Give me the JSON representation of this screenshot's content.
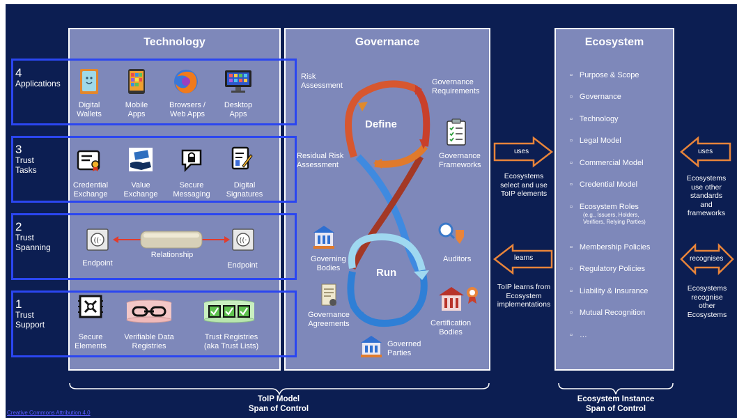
{
  "technology": {
    "title": "Technology",
    "layers": [
      {
        "number": "4",
        "name_line1": "Applications",
        "name_line2": "",
        "items": [
          {
            "icon": "digital-wallet-icon",
            "line1": "Digital",
            "line2": "Wallets"
          },
          {
            "icon": "mobile-app-icon",
            "line1": "Mobile",
            "line2": "Apps"
          },
          {
            "icon": "browser-icon",
            "line1": "Browsers /",
            "line2": "Web Apps"
          },
          {
            "icon": "desktop-app-icon",
            "line1": "Desktop",
            "line2": "Apps"
          }
        ]
      },
      {
        "number": "3",
        "name_line1": "Trust",
        "name_line2": "Tasks",
        "items": [
          {
            "icon": "credential-icon",
            "line1": "Credential",
            "line2": "Exchange"
          },
          {
            "icon": "value-exchange-icon",
            "line1": "Value",
            "line2": "Exchange"
          },
          {
            "icon": "secure-messaging-icon",
            "line1": "Secure",
            "line2": "Messaging"
          },
          {
            "icon": "digital-signature-icon",
            "line1": "Digital",
            "line2": "Signatures"
          }
        ]
      },
      {
        "number": "2",
        "name_line1": "Trust",
        "name_line2": "Spanning",
        "endpoint_left": "Endpoint",
        "endpoint_right": "Endpoint",
        "relationship": "Relationship"
      },
      {
        "number": "1",
        "name_line1": "Trust",
        "name_line2": "Support",
        "items": [
          {
            "icon": "secure-element-icon",
            "line1": "Secure",
            "line2": "Elements"
          },
          {
            "icon": "chain-link-icon",
            "line1": "Verifiable Data",
            "line2": "Registries"
          },
          {
            "icon": "trust-registry-icon",
            "line1": "Trust Registries",
            "line2": "(aka Trust Lists)"
          }
        ]
      }
    ]
  },
  "governance": {
    "title": "Governance",
    "define": "Define",
    "run": "Run",
    "labels": {
      "risk_assessment": [
        "Risk",
        "Assessment"
      ],
      "governance_requirements": [
        "Governance",
        "Requirements"
      ],
      "residual_risk": [
        "Residual Risk",
        "Assessment"
      ],
      "governance_frameworks": [
        "Governance",
        "Frameworks"
      ],
      "governing_bodies": [
        "Governing",
        "Bodies"
      ],
      "auditors": [
        "Auditors"
      ],
      "governance_agreements": [
        "Governance",
        "Agreements"
      ],
      "certification_bodies": [
        "Certification",
        "Bodies"
      ],
      "governed_parties": [
        "Governed",
        "Parties"
      ]
    }
  },
  "middle": {
    "uses_label": "uses",
    "uses_text": [
      "Ecosystems",
      "select and use",
      "ToIP elements"
    ],
    "learns_label": "learns",
    "learns_text": [
      "ToIP learns from",
      "Ecosystem",
      "implementations"
    ]
  },
  "ecosystem": {
    "title": "Ecosystem",
    "bullet": "▫",
    "items": [
      "Purpose & Scope",
      "Governance",
      "Technology",
      "Legal Model",
      "Commercial Model",
      "Credential Model",
      "Ecosystem Roles",
      "Membership Policies",
      "Regulatory Policies",
      "Liability & Insurance",
      "Mutual Recognition",
      "…"
    ],
    "roles_sub": [
      "(e.g., Issuers, Holders,",
      "Verifiers, Relying Parties)"
    ]
  },
  "right": {
    "uses_label": "uses",
    "uses_text": [
      "Ecosystems",
      "use other",
      "standards",
      "and",
      "frameworks"
    ],
    "recognises_label": "recognises",
    "recognises_text": [
      "Ecosystems",
      "recognise",
      "other",
      "Ecosystems"
    ]
  },
  "footer": {
    "toip_line1": "ToIP Model",
    "toip_line2": "Span of Control",
    "eco_line1": "Ecosystem Instance",
    "eco_line2": "Span of Control",
    "license": "Creative Commons Attribution 4.0"
  },
  "colors": {
    "background": "#0c1e52",
    "panel": "#7e88ba",
    "layer_border": "#2b46f0",
    "arrow_orange": "#e8843a",
    "define_red": "#c8442a",
    "run_blue": "#2f7fd6"
  }
}
